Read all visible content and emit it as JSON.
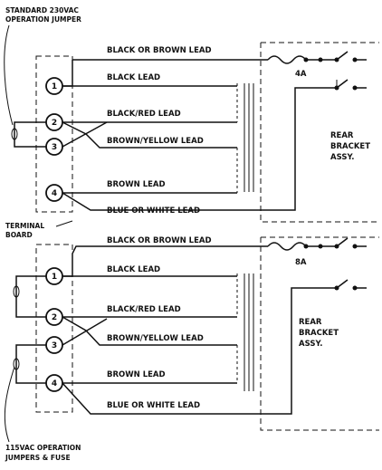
{
  "notes": {
    "std_230": [
      "STANDARD 230VAC",
      "OPERATION JUMPER"
    ],
    "terminal_board": [
      "TERMINAL",
      "BOARD"
    ],
    "op_115": [
      "115VAC OPERATION",
      "JUMPERS & FUSE"
    ]
  },
  "top": {
    "fuse": "4A",
    "rear_bracket": [
      "REAR",
      "BRACKET",
      "ASSY."
    ],
    "terminals": [
      "1",
      "2",
      "3",
      "4"
    ],
    "leads": [
      "BLACK OR BROWN LEAD",
      "BLACK LEAD",
      "BLACK/RED LEAD",
      "BROWN/YELLOW LEAD",
      "BROWN LEAD",
      "BLUE OR WHITE LEAD"
    ]
  },
  "bottom": {
    "fuse": "8A",
    "rear_bracket": [
      "REAR",
      "BRACKET",
      "ASSY."
    ],
    "terminals": [
      "1",
      "2",
      "3",
      "4"
    ],
    "leads": [
      "BLACK OR BROWN LEAD",
      "BLACK LEAD",
      "BLACK/RED LEAD",
      "BROWN/YELLOW LEAD",
      "BROWN LEAD",
      "BLUE OR WHITE LEAD"
    ]
  }
}
